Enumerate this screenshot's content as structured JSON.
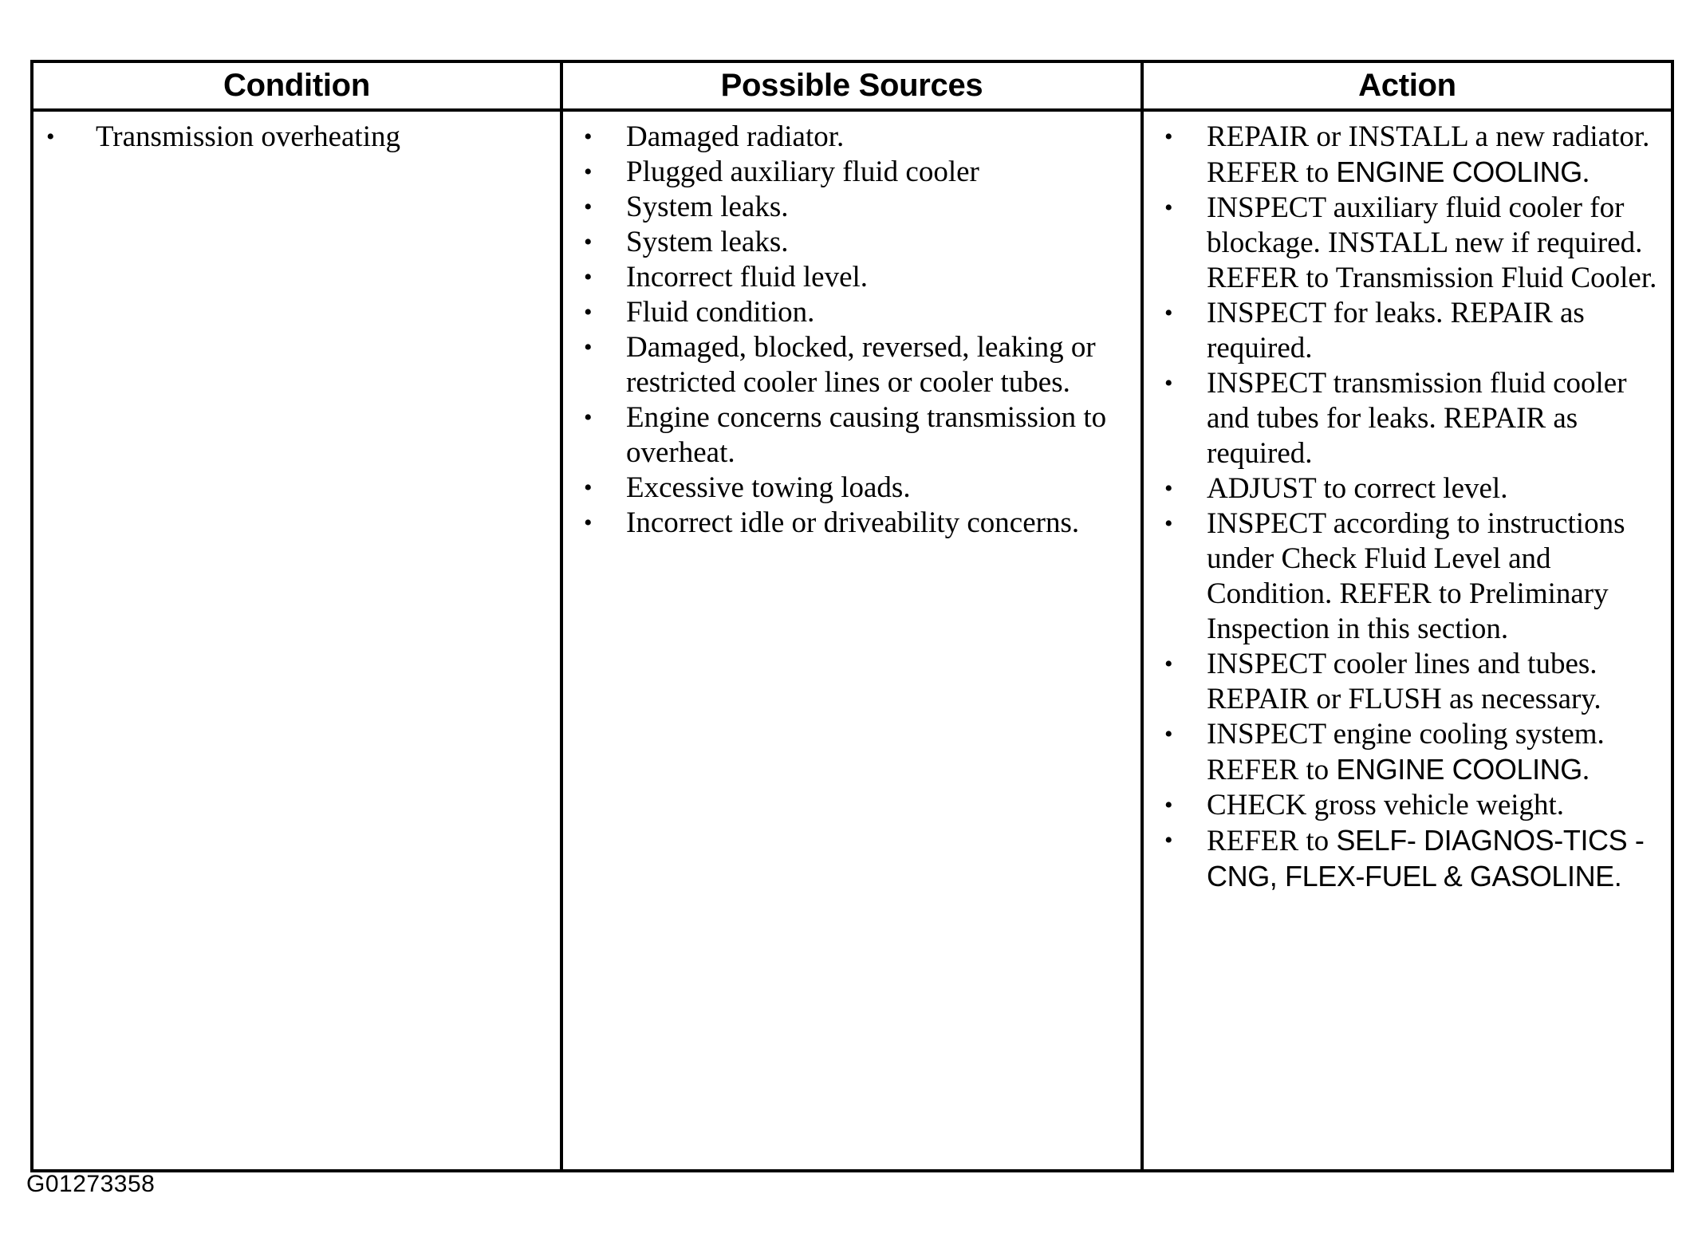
{
  "figure_id": "G01273358",
  "table": {
    "headers": {
      "condition": "Condition",
      "possible_sources": "Possible Sources",
      "action": "Action"
    },
    "bullet_glyph": "•",
    "condition_items": [
      {
        "text": "Transmission overheating"
      }
    ],
    "possible_sources_items": [
      {
        "text": "Damaged radiator."
      },
      {
        "text": "Plugged auxiliary fluid cooler"
      },
      {
        "text": "System leaks."
      },
      {
        "text": "System leaks."
      },
      {
        "text": "Incorrect fluid level."
      },
      {
        "text": "Fluid condition."
      },
      {
        "text": "Damaged, blocked, reversed, leaking or restricted cooler lines or cooler tubes."
      },
      {
        "text": "Engine concerns causing transmission to overheat."
      },
      {
        "text": "Excessive towing loads."
      },
      {
        "text": "Incorrect idle or driveability concerns."
      }
    ],
    "action_items": [
      {
        "parts": [
          {
            "style": "serif",
            "text": "REPAIR or INSTALL a new radiator. REFER to "
          },
          {
            "style": "sans",
            "text": "ENGINE COOLING"
          },
          {
            "style": "serif",
            "text": "."
          }
        ]
      },
      {
        "parts": [
          {
            "style": "serif",
            "text": "INSPECT auxiliary fluid cooler for blockage. INSTALL new if required. REFER to Transmission Fluid Cooler."
          }
        ]
      },
      {
        "parts": [
          {
            "style": "serif",
            "text": "INSPECT for leaks. REPAIR as required."
          }
        ]
      },
      {
        "parts": [
          {
            "style": "serif",
            "text": "INSPECT transmission fluid cooler and tubes for leaks. REPAIR as required."
          }
        ]
      },
      {
        "parts": [
          {
            "style": "serif",
            "text": "ADJUST to correct level."
          }
        ]
      },
      {
        "parts": [
          {
            "style": "serif",
            "text": "INSPECT according to instructions under Check Fluid Level and Condition. REFER to Preliminary Inspection in this section."
          }
        ]
      },
      {
        "parts": [
          {
            "style": "serif",
            "text": "INSPECT cooler lines and tubes. REPAIR or FLUSH as necessary."
          }
        ]
      },
      {
        "parts": [
          {
            "style": "serif",
            "text": "INSPECT engine cooling system. REFER to "
          },
          {
            "style": "sans",
            "text": "ENGINE COOLING"
          },
          {
            "style": "serif",
            "text": "."
          }
        ]
      },
      {
        "parts": [
          {
            "style": "serif",
            "text": "CHECK gross vehicle weight."
          }
        ]
      },
      {
        "parts": [
          {
            "style": "serif",
            "text": "REFER to "
          },
          {
            "style": "sans",
            "text": "SELF- DIAGNOS-TICS - CNG, FLEX-FUEL & GASOLINE."
          }
        ]
      }
    ]
  }
}
